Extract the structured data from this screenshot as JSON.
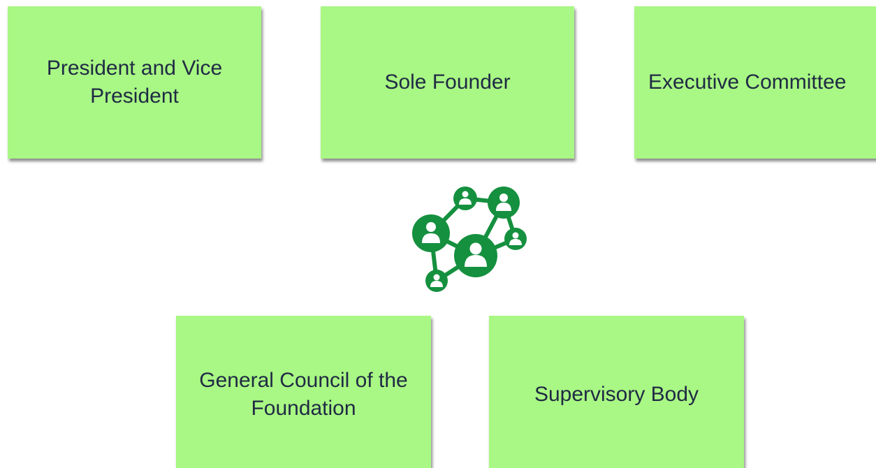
{
  "boxes": {
    "president": "President and Vice President",
    "sole_founder": "Sole Founder",
    "executive": "Executive Committee",
    "general_council": "General Council of the Foundation",
    "supervisory": "Supervisory Body"
  },
  "colors": {
    "box_fill": "#a9f784",
    "box_text": "#1f2a44",
    "icon_green": "#15903f"
  },
  "icon": "people-network-icon"
}
